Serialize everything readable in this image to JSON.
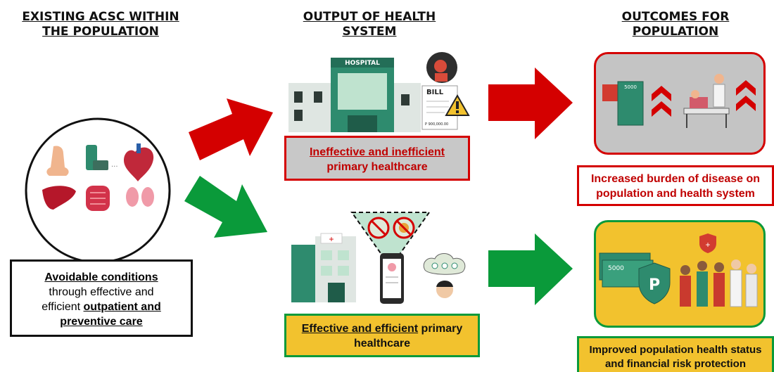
{
  "headers": {
    "col1": [
      "EXISTING ACSC WITHIN",
      "THE POPULATION"
    ],
    "col2": [
      "OUTPUT OF HEALTH",
      "SYSTEM"
    ],
    "col3": [
      "OUTCOMES FOR",
      "POPULATION"
    ]
  },
  "hospital_sign": "HOSPITAL",
  "bill": {
    "title": "BILL",
    "amount": "P 900,000.00"
  },
  "money_note": "5000",
  "shield_letter": "P",
  "boxes": {
    "avoidable": {
      "bold1": "Avoidable conditions",
      "line2": "through effective and",
      "line3a": "efficient ",
      "bold3": "outpatient and",
      "bold4": "preventive care"
    },
    "ineffective": {
      "line1": "Ineffective and inefficient",
      "line2": "primary healthcare"
    },
    "effective": {
      "line1u": "Effective and efficient",
      "line1r": " primary",
      "line2": "healthcare"
    },
    "burden": {
      "line1": "Increased burden of disease on",
      "line2": "population and health system"
    },
    "improved": {
      "line1": "Improved population health status",
      "line2": "and financial risk protection"
    }
  },
  "colors": {
    "red": "#d40000",
    "green": "#0a9a3a",
    "yellow": "#f2c22e",
    "gray": "#c4c4c4",
    "box_gray": "#c8c8c8",
    "teal": "#2e8b6e",
    "light_green": "#bfe3cf"
  }
}
